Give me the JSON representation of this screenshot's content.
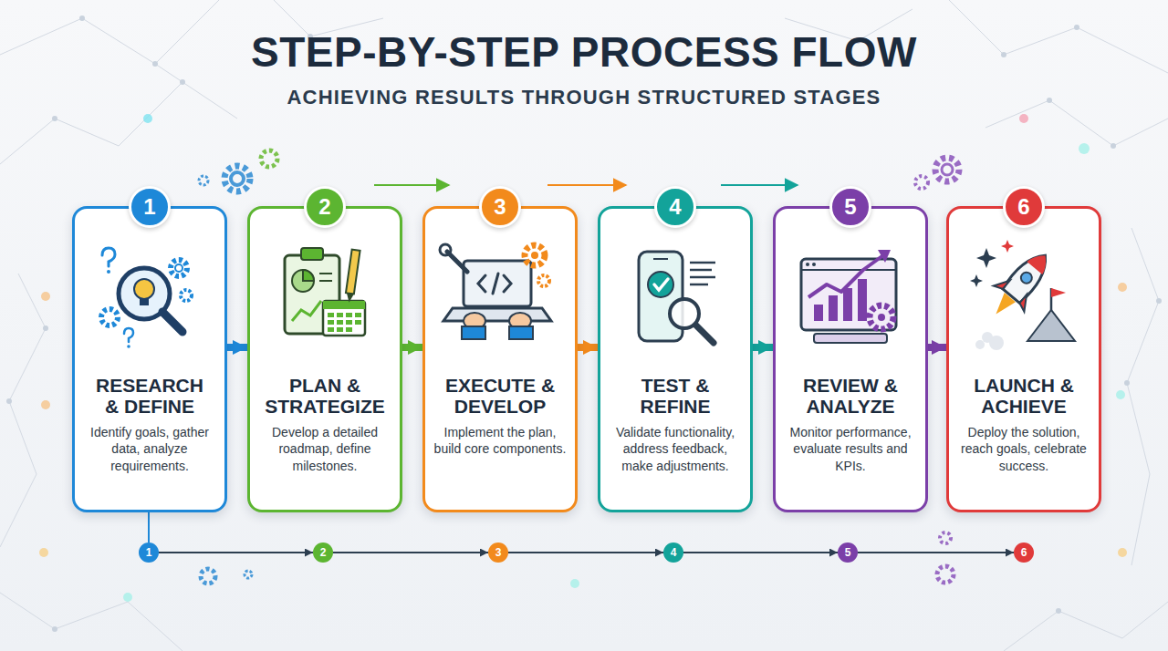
{
  "diagram": {
    "title": "STEP-BY-STEP PROCESS FLOW",
    "nodes": [
      {
        "text": [
          "1",
          "RESEARCH & DEFINE",
          "Identify goals, gather data, analyze requirements."
        ]
      },
      {
        "text": [
          "2",
          "PLAN & STRATEGIZE",
          "Develop a detailed roadmap, define milestones."
        ]
      },
      {
        "text": [
          "3",
          "EXECUTE & DEVELOP",
          "Implement the plan, build core components."
        ]
      },
      {
        "text": [
          "4",
          "TEST & REFINE",
          "Validate functionality, address feedback, make adjustments."
        ]
      },
      {
        "text": [
          "5",
          "REVIEW & ANALYZE",
          "Monitor performance, evaluate results and KPIs."
        ]
      },
      {
        "text": [
          "6",
          "LAUNCH & ACHIEVE",
          "Deploy the solution, reach goals, celebrate success."
        ]
      },
      {
        "text": [
          "1"
        ]
      },
      {
        "text": [
          "2"
        ]
      },
      {
        "text": [
          "3"
        ]
      },
      {
        "text": [
          "4"
        ]
      },
      {
        "text": [
          "5"
        ]
      },
      {
        "text": [
          "6"
        ]
      }
    ],
    "edges": [
      {
        "from": 0,
        "to": 1,
        "arrow": "to"
      },
      {
        "from": 1,
        "to": 2,
        "arrow": "to"
      },
      {
        "from": 2,
        "to": 3,
        "arrow": "to"
      },
      {
        "from": 3,
        "to": 4,
        "arrow": "to"
      },
      {
        "from": 4,
        "to": 5,
        "arrow": "to"
      },
      {
        "from": 0,
        "to": 6,
        "arrow": "none"
      },
      {
        "from": 6,
        "to": 7,
        "arrow": "to"
      },
      {
        "from": 7,
        "to": 8,
        "arrow": "to"
      },
      {
        "from": 8,
        "to": 9,
        "arrow": "to"
      },
      {
        "from": 9,
        "to": 10,
        "arrow": "to"
      },
      {
        "from": 10,
        "to": 11,
        "arrow": "to"
      }
    ],
    "labels": [
      "ACHIEVING RESULTS THROUGH STRUCTURED STAGES"
    ]
  }
}
